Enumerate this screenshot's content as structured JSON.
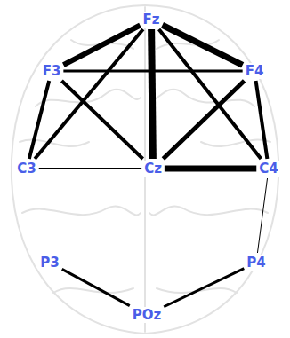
{
  "diagram": {
    "nodes": [
      {
        "text": [
          "Fz"
        ]
      },
      {
        "text": [
          "F3"
        ]
      },
      {
        "text": [
          "F4"
        ]
      },
      {
        "text": [
          "C3"
        ]
      },
      {
        "text": [
          "Cz"
        ]
      },
      {
        "text": [
          "C4"
        ]
      },
      {
        "text": [
          "P3"
        ]
      },
      {
        "text": [
          "P4"
        ]
      },
      {
        "text": [
          "POz"
        ]
      }
    ],
    "edges": [
      {
        "from": 0,
        "to": 1,
        "arrow": "none"
      },
      {
        "from": 0,
        "to": 2,
        "arrow": "none"
      },
      {
        "from": 0,
        "to": 4,
        "arrow": "none"
      },
      {
        "from": 0,
        "to": 3,
        "arrow": "none"
      },
      {
        "from": 0,
        "to": 5,
        "arrow": "none"
      },
      {
        "from": 1,
        "to": 2,
        "arrow": "none"
      },
      {
        "from": 1,
        "to": 4,
        "arrow": "none"
      },
      {
        "from": 1,
        "to": 3,
        "arrow": "none"
      },
      {
        "from": 2,
        "to": 4,
        "arrow": "none"
      },
      {
        "from": 2,
        "to": 5,
        "arrow": "none"
      },
      {
        "from": 3,
        "to": 4,
        "arrow": "none"
      },
      {
        "from": 4,
        "to": 5,
        "arrow": "none"
      },
      {
        "from": 5,
        "to": 7,
        "arrow": "none"
      },
      {
        "from": 6,
        "to": 8,
        "arrow": "none"
      },
      {
        "from": 7,
        "to": 8,
        "arrow": "none"
      }
    ]
  }
}
